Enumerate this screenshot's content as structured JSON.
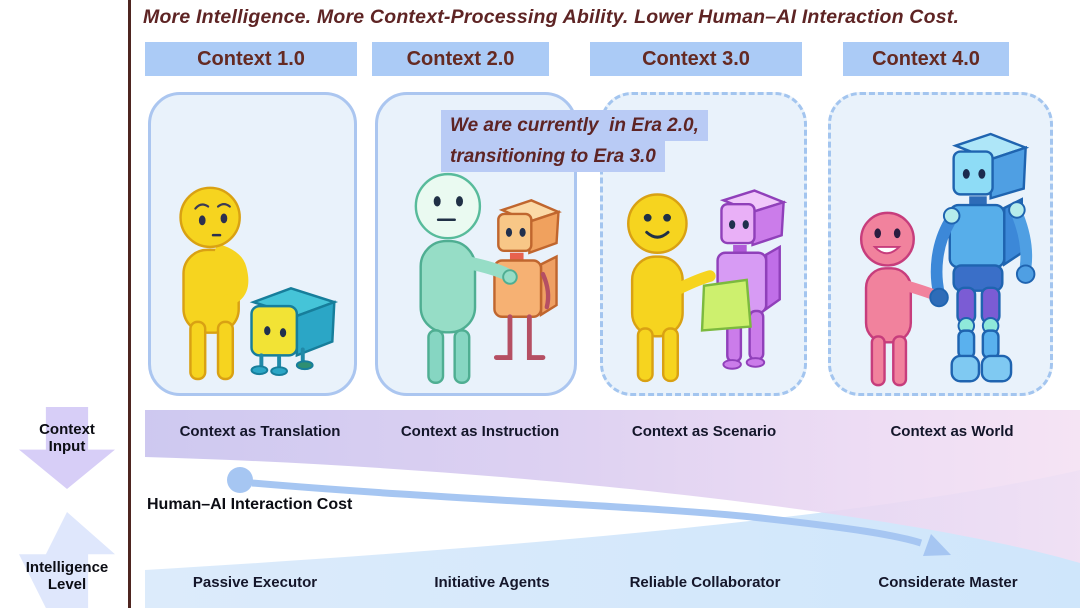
{
  "title": "More Intelligence. More Context-Processing Ability. Lower Human–AI Interaction Cost.",
  "columns": [
    {
      "header": "Context 1.0",
      "context_role": "Context as Translation",
      "ai_role": "Passive Executor",
      "panel_border": "solid",
      "scene": "confused yellow human looking down at small teal-yellow cube robot"
    },
    {
      "header": "Context 2.0",
      "context_role": "Context as Instruction",
      "ai_role": "Initiative Agents",
      "panel_border": "solid",
      "scene": "mint-green human instructing orange cube robot with hand on its shoulder"
    },
    {
      "header": "Context 3.0",
      "context_role": "Context as Scenario",
      "ai_role": "Reliable Collaborator",
      "panel_border": "dashed",
      "scene": "smiling yellow human gesturing to purple robot holding green document"
    },
    {
      "header": "Context 4.0",
      "context_role": "Context as World",
      "ai_role": "Considerate Master",
      "panel_border": "dashed",
      "scene": "pink human shaking hands with large blue humanoid robot"
    }
  ],
  "callout": {
    "line1": "We are currently  in Era 2.0,",
    "line2": "transitioning to Era 3.0"
  },
  "cost_line": {
    "label": "Human–AI Interaction Cost"
  },
  "left_axis": {
    "context_input_line1": "Context",
    "context_input_line2": "Input",
    "intelligence_line1": "Intelligence",
    "intelligence_line2": "Level"
  },
  "colors": {
    "title_text": "#5e2424",
    "header_bar_bg": "#abcbf6",
    "header_bar_text": "#652a22",
    "panel_bg": "#e9f2fb",
    "panel_border": "#abc6f0",
    "callout_bg": "#b9cbf5",
    "band_gradient_left": "#c7c1ee",
    "band_gradient_right": "#f4e0f3",
    "intelligence_wedge_blue": "#d5e9fb",
    "cost_line_blue": "#a6c6f2",
    "down_arrow": "#d7cef7",
    "up_arrow": "#dfe7fc",
    "axis_divider_line": "#4e2520"
  }
}
